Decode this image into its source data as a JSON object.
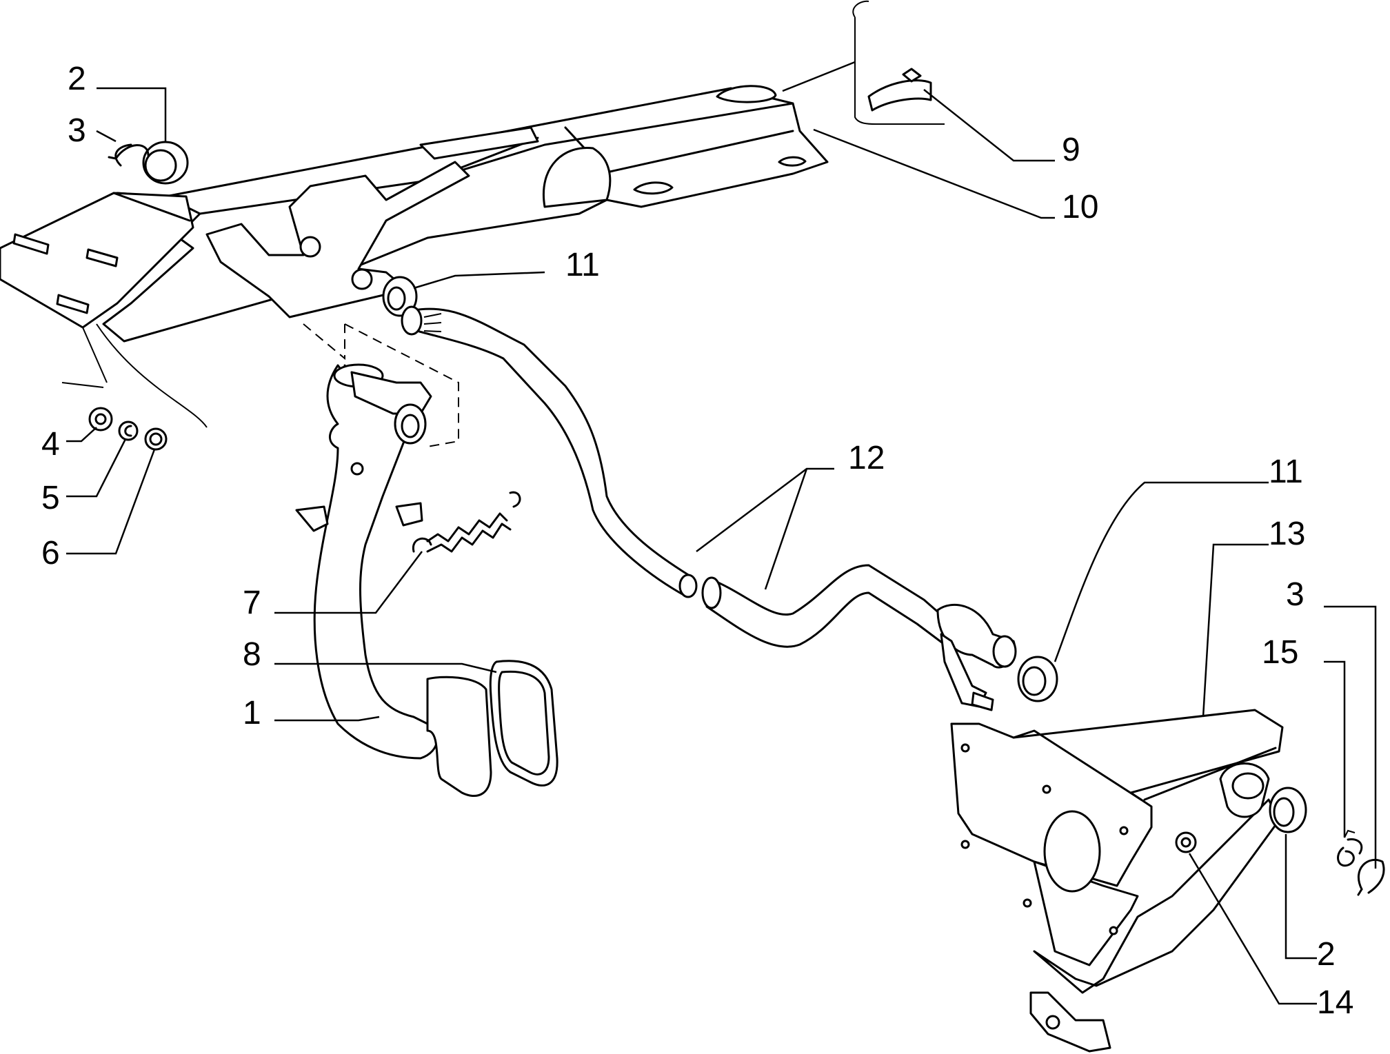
{
  "callouts": [
    {
      "label": "2"
    },
    {
      "label": "3"
    },
    {
      "label": "4"
    },
    {
      "label": "5"
    },
    {
      "label": "6"
    },
    {
      "label": "7"
    },
    {
      "label": "8"
    },
    {
      "label": "1"
    },
    {
      "label": "9"
    },
    {
      "label": "10"
    },
    {
      "label": "11"
    },
    {
      "label": "12"
    },
    {
      "label": "11"
    },
    {
      "label": "13"
    },
    {
      "label": "3"
    },
    {
      "label": "15"
    },
    {
      "label": "2"
    },
    {
      "label": "14"
    }
  ]
}
